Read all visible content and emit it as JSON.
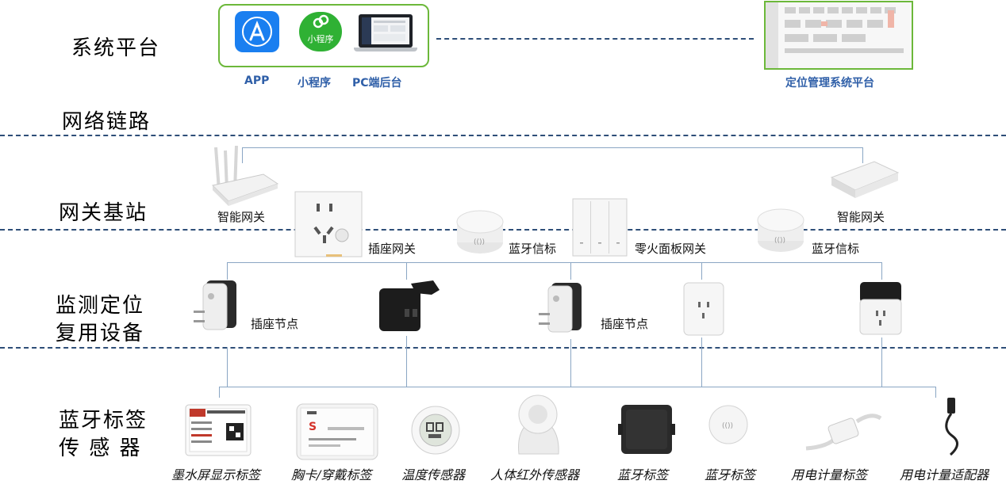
{
  "layers": {
    "system": "系统平台",
    "network": "网络链路",
    "gateway": "网关基站",
    "monitor_line1": "监测定位",
    "monitor_line2": "复用设备",
    "sensor_line1": "蓝牙标签",
    "sensor_line2": "传 感 器"
  },
  "platform": {
    "app_label": "APP",
    "mini_label": "小程序",
    "mini_icon_text": "小程序",
    "pc_label": "PC端后台",
    "mgmt_label": "定位管理系统平台"
  },
  "gateway_layer": {
    "smart_gw_left": "智能网关",
    "smart_gw_right": "智能网关",
    "socket_gw": "插座网关",
    "beacon_1": "蓝牙信标",
    "switch_gw": "零火面板网关",
    "beacon_2": "蓝牙信标"
  },
  "monitor_layer": {
    "plug_node_1": "插座节点",
    "plug_node_2": "插座节点"
  },
  "sensors": [
    "墨水屏显示标签",
    "胸卡/穿戴标签",
    "温度传感器",
    "人体红外传感器",
    "蓝牙标签",
    "蓝牙标签",
    "用电计量标签",
    "用电计量适配器"
  ],
  "colors": {
    "dashed_line": "#2e4e78",
    "platform_border": "#6cb83a",
    "connector": "#8aa6c4",
    "blue_label": "#2f5fa8"
  }
}
